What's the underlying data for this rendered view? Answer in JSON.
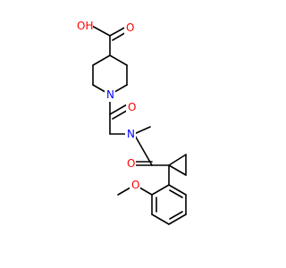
{
  "colors": {
    "bond": "#000000",
    "oxygen": "#ff0000",
    "nitrogen": "#0000ff",
    "background": "#ffffff"
  },
  "atom_labels": {
    "carboxyl_oh": "OH",
    "carboxyl_o": "O",
    "piperidine_n": "N",
    "amide_o": "O",
    "amine_n": "N",
    "amide2_o": "O",
    "methoxy_o": "O"
  }
}
